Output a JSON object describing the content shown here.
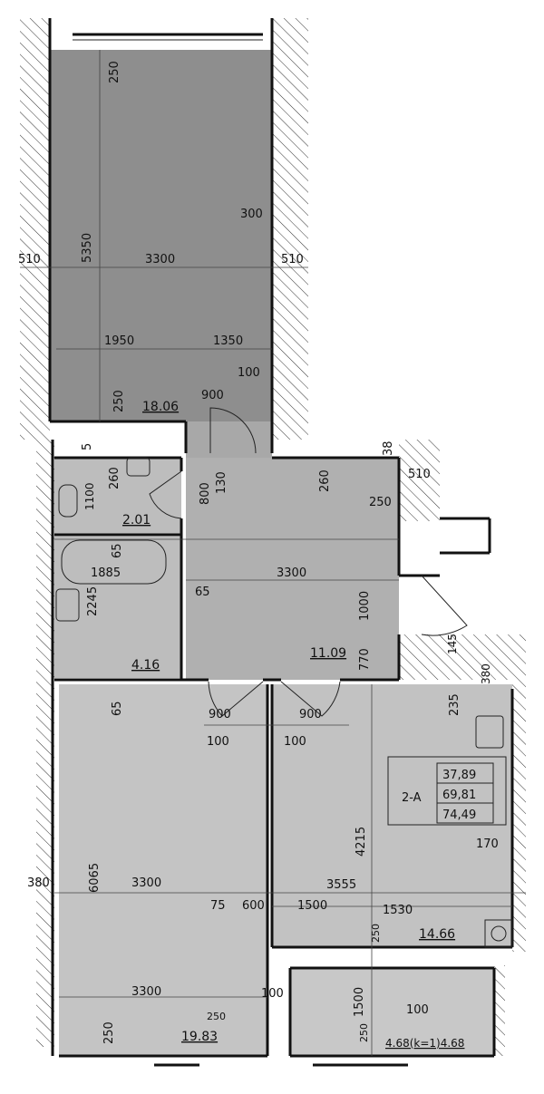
{
  "apartment": {
    "code": "2-A",
    "areas": [
      "37,89",
      "69,81",
      "74,49"
    ]
  },
  "rooms": {
    "living_top": "18.06",
    "toilet": "2.01",
    "bathroom": "4.16",
    "hall": "11.09",
    "kitchen": "14.66",
    "bedroom": "19.83",
    "loggia": "4.68(k=1)4.68"
  },
  "dims": [
    "250",
    "5350",
    "3300",
    "510",
    "510",
    "300",
    "1950",
    "1350",
    "100",
    "900",
    "250",
    "5",
    "260",
    "1100",
    "800",
    "130",
    "260",
    "38",
    "510",
    "250",
    "65",
    "1885",
    "3300",
    "65",
    "2245",
    "1000",
    "770",
    "145",
    "380",
    "65",
    "900",
    "900",
    "235",
    "100",
    "100",
    "4215",
    "170",
    "380",
    "6065",
    "3300",
    "3555",
    "75",
    "600",
    "1500",
    "1530",
    "250",
    "100",
    "1500",
    "100",
    "3300",
    "250",
    "250",
    "250"
  ],
  "colors": {
    "wall": "#111111",
    "floor": "#bdbdbd",
    "floor_dark": "#8e8e8e"
  }
}
